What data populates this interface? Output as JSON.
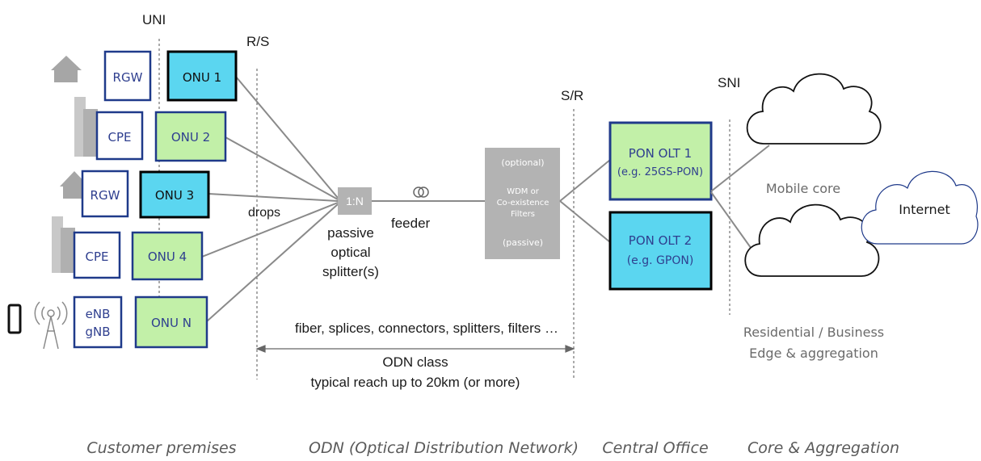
{
  "reference_points": {
    "uni": "UNI",
    "rs": "R/S",
    "sr": "S/R",
    "sni": "SNI"
  },
  "customer_devices": [
    {
      "gateway": "RGW",
      "onu": "ONU 1",
      "onu_color": "#5bd6f0",
      "premise_icon": "house-icon"
    },
    {
      "gateway": "CPE",
      "onu": "ONU 2",
      "onu_color": "#c2f0a8",
      "premise_icon": "building-icon"
    },
    {
      "gateway": "RGW",
      "onu": "ONU 3",
      "onu_color": "#5bd6f0",
      "premise_icon": "house-icon"
    },
    {
      "gateway": "CPE",
      "onu": "ONU 4",
      "onu_color": "#c2f0a8",
      "premise_icon": "building-icon"
    },
    {
      "gateway_line1": "eNB",
      "gateway_line2": "gNB",
      "onu": "ONU N",
      "onu_color": "#c2f0a8",
      "premise_icon": "cell-tower-icon"
    }
  ],
  "odn": {
    "drops": "drops",
    "splitter_ratio": "1:N",
    "splitter_line1": "passive",
    "splitter_line2": "optical",
    "splitter_line3": "splitter(s)",
    "feeder": "feeder",
    "components": "fiber, splices, connectors, splitters, filters …",
    "class_line1": "ODN class",
    "class_line2": "typical reach up to 20km (or more)"
  },
  "wdm": {
    "line1": "(optional)",
    "line2": "WDM or",
    "line3": "Co-existence",
    "line4": "Filters",
    "line5": "(passive)"
  },
  "olts": [
    {
      "line1": "PON OLT 1",
      "line2": "(e.g. 25GS-PON)",
      "color": "#c2f0a8"
    },
    {
      "line1": "PON OLT 2",
      "line2": "(e.g. GPON)",
      "color": "#5bd6f0"
    }
  ],
  "clouds": {
    "mobile_core": "Mobile core",
    "internet": "Internet",
    "edge_line1": "Residential / Business",
    "edge_line2": "Edge & aggregation"
  },
  "sections": {
    "customer": "Customer premises",
    "odn": "ODN (Optical Distribution Network)",
    "central_office": "Central Office",
    "core": "Core & Aggregation"
  }
}
